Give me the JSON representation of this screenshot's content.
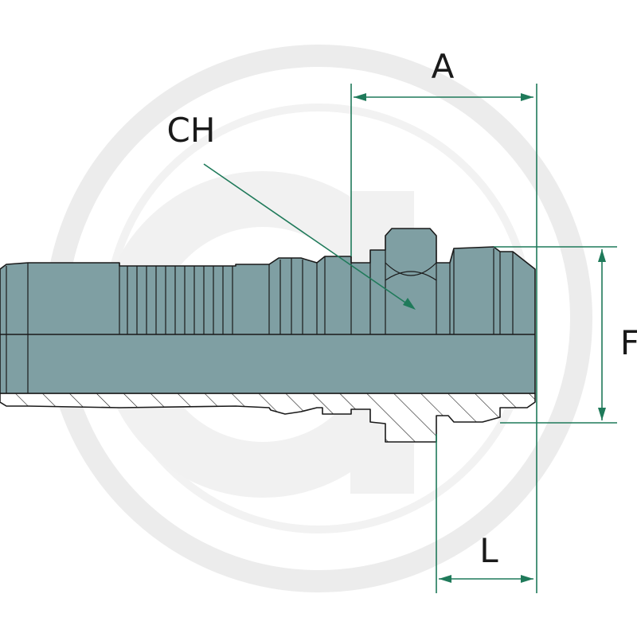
{
  "labels": {
    "a": "A",
    "ch": "CH",
    "f": "F",
    "l": "L"
  },
  "colors": {
    "metal": "#7f9fa3",
    "outline": "#1a1a1a",
    "section": "#ffffff",
    "dimension": "#1f7a5a",
    "watermark": "#ececec"
  },
  "watermark_icon": "brand-watermark-icon"
}
